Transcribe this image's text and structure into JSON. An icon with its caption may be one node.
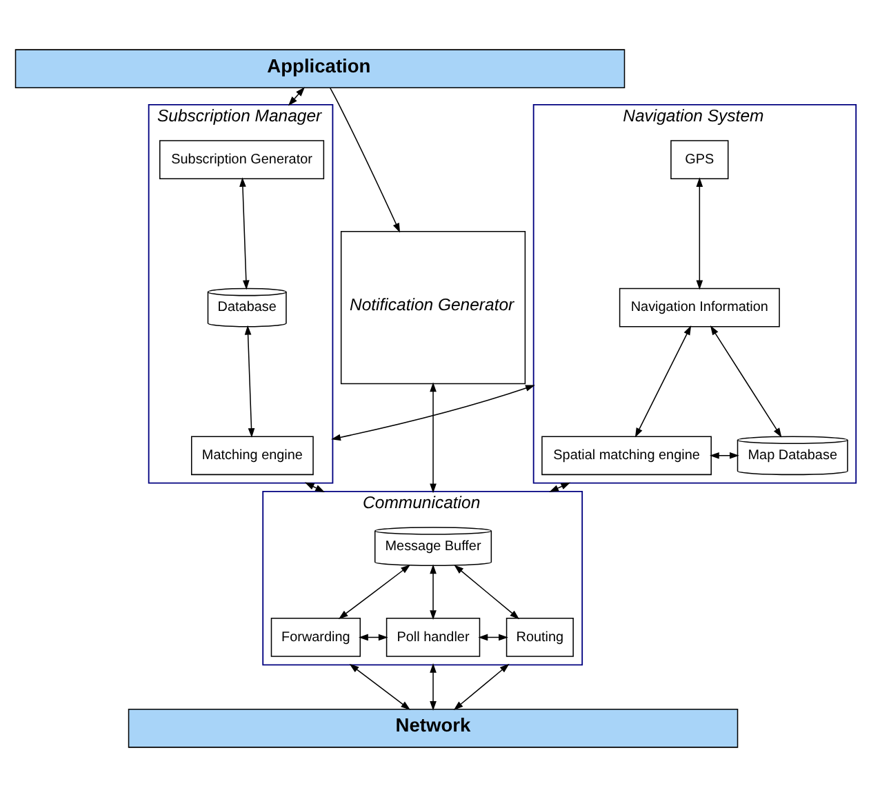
{
  "diagram": {
    "nodes": [
      {
        "text": [
          "Application"
        ]
      },
      {
        "text": [
          "Subscription Manager"
        ]
      },
      {
        "text": [
          "Subscription Generator"
        ],
        "in": 1
      },
      {
        "text": [
          "Database"
        ],
        "in": 1
      },
      {
        "text": [
          "Matching engine"
        ],
        "in": 1
      },
      {
        "text": [
          "Navigation System"
        ]
      },
      {
        "text": [
          "GPS"
        ],
        "in": 5
      },
      {
        "text": [
          "Navigation Information"
        ],
        "in": 5
      },
      {
        "text": [
          "Spatial matching engine"
        ],
        "in": 5
      },
      {
        "text": [
          "Map Database"
        ],
        "in": 5
      },
      {
        "text": [
          "Notification Generator"
        ]
      },
      {
        "text": [
          "Communication"
        ]
      },
      {
        "text": [
          "Message Buffer"
        ],
        "in": 11
      },
      {
        "text": [
          "Forwarding"
        ],
        "in": 11
      },
      {
        "text": [
          "Poll handler"
        ],
        "in": 11
      },
      {
        "text": [
          "Routing"
        ],
        "in": 11
      },
      {
        "text": [
          "Network"
        ]
      }
    ],
    "edges": [
      {
        "from": 0,
        "to": 1,
        "arrow": "both"
      },
      {
        "from": 0,
        "to": 10,
        "arrow": "to"
      },
      {
        "from": 2,
        "to": 3,
        "arrow": "both"
      },
      {
        "from": 3,
        "to": 4,
        "arrow": "both"
      },
      {
        "from": 1,
        "to": 5,
        "arrow": "both"
      },
      {
        "from": 6,
        "to": 7,
        "arrow": "both"
      },
      {
        "from": 7,
        "to": 8,
        "arrow": "both"
      },
      {
        "from": 7,
        "to": 9,
        "arrow": "both"
      },
      {
        "from": 8,
        "to": 9,
        "arrow": "both"
      },
      {
        "from": 1,
        "to": 11,
        "arrow": "both"
      },
      {
        "from": 5,
        "to": 11,
        "arrow": "both"
      },
      {
        "from": 10,
        "to": 11,
        "arrow": "both"
      },
      {
        "from": 12,
        "to": 13,
        "arrow": "both"
      },
      {
        "from": 12,
        "to": 14,
        "arrow": "both"
      },
      {
        "from": 12,
        "to": 15,
        "arrow": "both"
      },
      {
        "from": 13,
        "to": 14,
        "arrow": "both"
      },
      {
        "from": 14,
        "to": 15,
        "arrow": "both"
      },
      {
        "from": 11,
        "to": 16,
        "arrow": "both"
      },
      {
        "from": 11,
        "to": 16,
        "arrow": "both"
      },
      {
        "from": 11,
        "to": 16,
        "arrow": "both"
      }
    ]
  }
}
